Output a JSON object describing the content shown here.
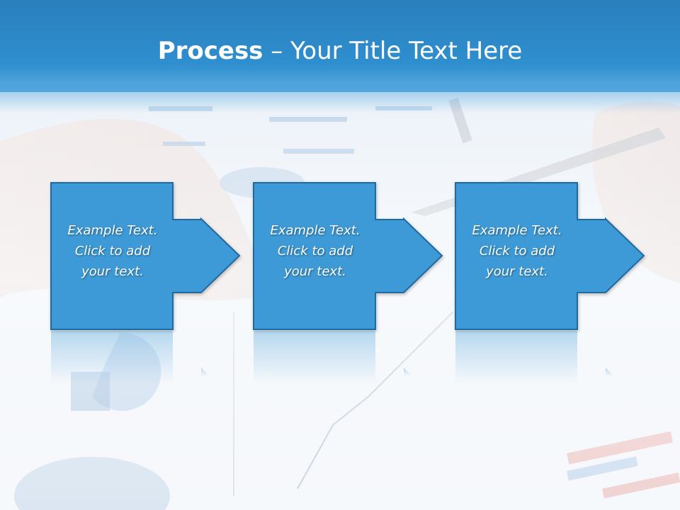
{
  "slide": {
    "title_bold": "Process",
    "title_rest": " – Your Title Text Here",
    "steps": [
      {
        "line1": "Example Text.",
        "line2": "Click  to add",
        "line3": "your text."
      },
      {
        "line1": "Example Text.",
        "line2": "Click  to add",
        "line3": "your text."
      },
      {
        "line1": "Example Text.",
        "line2": "Click  to add",
        "line3": "your text."
      }
    ]
  },
  "colors": {
    "header": "#2f8fcf",
    "shape_fill": "#3d9ad6",
    "shape_border": "#1f6aa0",
    "text": "#ffffff"
  }
}
